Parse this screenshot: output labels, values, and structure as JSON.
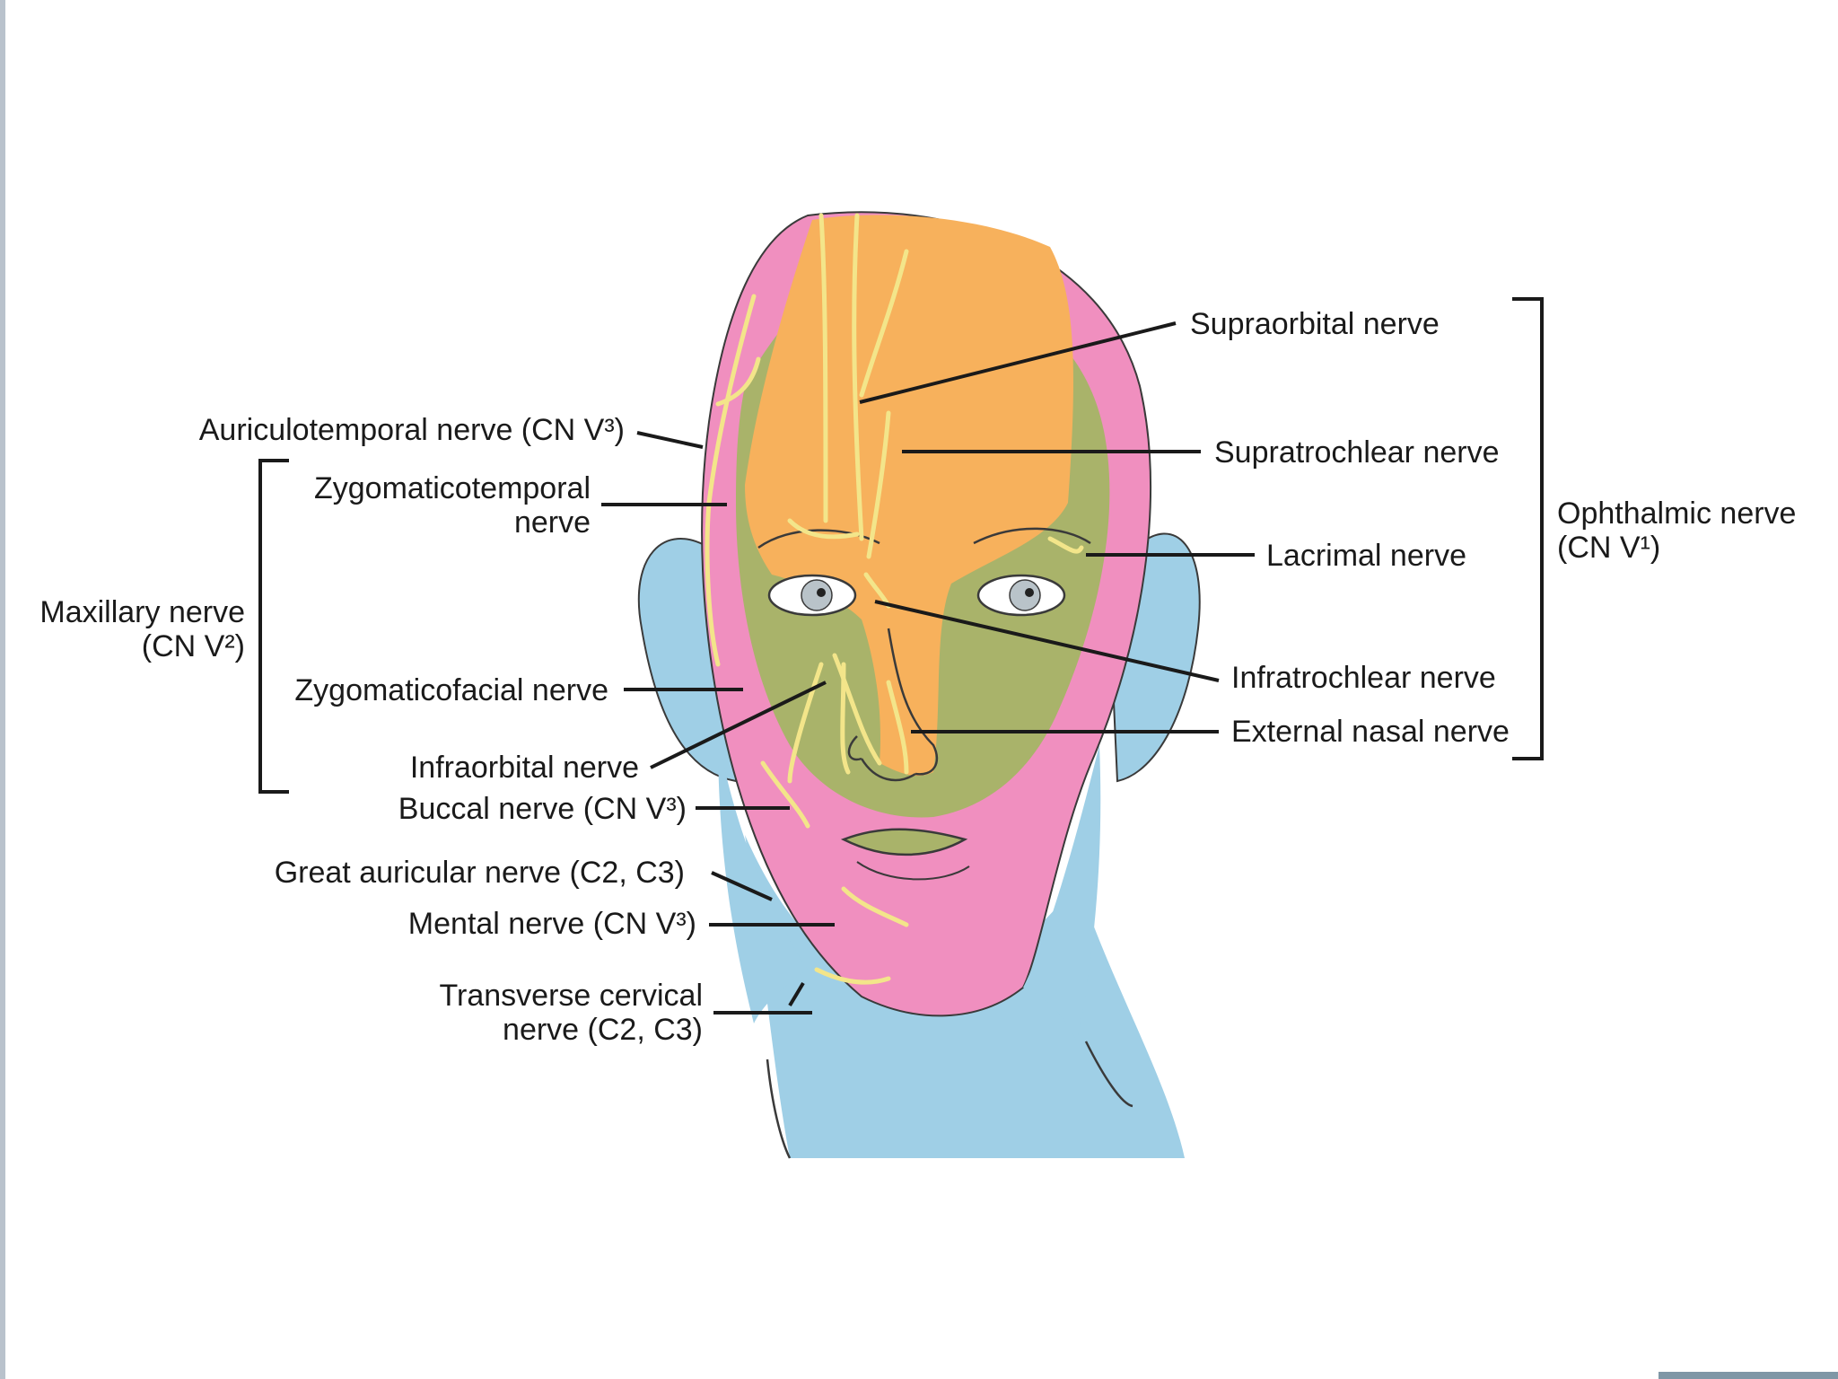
{
  "labels": {
    "supraorbital": "Supraorbital nerve",
    "supratrochlear": "Supratrochlear nerve",
    "lacrimal": "Lacrimal nerve",
    "infratrochlear": "Infratrochlear nerve",
    "external_nasal": "External nasal nerve",
    "ophthalmic_line1": "Ophthalmic nerve",
    "ophthalmic_line2": "(CN V¹)",
    "auriculotemporal": "Auriculotemporal nerve (CN V³)",
    "zygomaticotemporal_line1": "Zygomaticotemporal",
    "zygomaticotemporal_line2": "nerve",
    "maxillary_line1": "Maxillary nerve",
    "maxillary_line2": "(CN V²)",
    "zygomaticofacial": "Zygomaticofacial nerve",
    "infraorbital": "Infraorbital nerve",
    "buccal": "Buccal nerve (CN V³)",
    "great_auricular": "Great auricular nerve (C2, C3)",
    "mental": "Mental nerve (CN V³)",
    "transverse_cervical_line1": "Transverse cervical",
    "transverse_cervical_line2": "nerve (C2, C3)"
  },
  "colors": {
    "ophthalmic_region": "#f7b15c",
    "maxillary_region": "#a9b36a",
    "mandibular_region": "#f08fbf",
    "cervical_region": "#9fcfe6",
    "nerve": "#f3e58a",
    "outline": "#3a3a3a"
  }
}
